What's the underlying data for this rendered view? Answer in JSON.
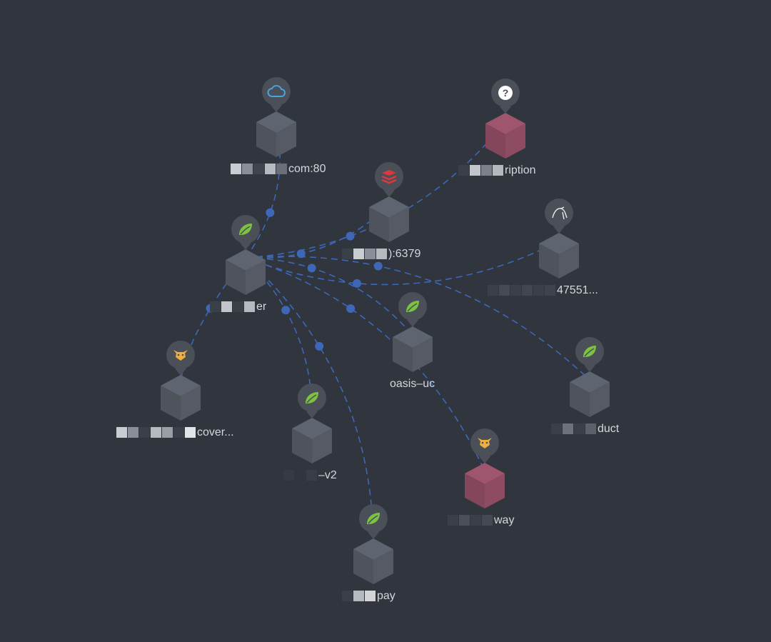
{
  "graph": {
    "nodes": [
      {
        "id": "dns",
        "text": "com:80",
        "icon": "cloud-icon",
        "cube_color": "#555a64"
      },
      {
        "id": "subscription",
        "text": "ription",
        "icon": "question-icon",
        "cube_color": "#8e4c62"
      },
      {
        "id": "redis",
        "text": "):6379",
        "icon": "redis-icon",
        "cube_color": "#555a64"
      },
      {
        "id": "mysql",
        "text": "47551...",
        "icon": "mysql-icon",
        "cube_color": "#555a64"
      },
      {
        "id": "center",
        "text": "er",
        "icon": "spring-icon",
        "cube_color": "#555a64"
      },
      {
        "id": "discovery",
        "text": "cover...",
        "icon": "tomcat-icon",
        "cube_color": "#555a64"
      },
      {
        "id": "oasis_uc",
        "text": "oasis–uc",
        "icon": "spring-icon",
        "cube_color": "#555a64"
      },
      {
        "id": "product",
        "text": "duct",
        "icon": "spring-icon",
        "cube_color": "#555a64"
      },
      {
        "id": "v2",
        "text": "–v2",
        "icon": "spring-icon",
        "cube_color": "#555a64"
      },
      {
        "id": "gateway",
        "text": "way",
        "icon": "tomcat-icon",
        "cube_color": "#8e4c62"
      },
      {
        "id": "pay",
        "text": "pay",
        "icon": "spring-icon",
        "cube_color": "#555a64"
      }
    ],
    "edges": [
      {
        "from": "center",
        "to": "dns"
      },
      {
        "from": "center",
        "to": "subscription"
      },
      {
        "from": "center",
        "to": "redis"
      },
      {
        "from": "center",
        "to": "mysql"
      },
      {
        "from": "center",
        "to": "product"
      },
      {
        "from": "center",
        "to": "oasis_uc"
      },
      {
        "from": "center",
        "to": "gateway"
      },
      {
        "from": "center",
        "to": "v2"
      },
      {
        "from": "center",
        "to": "pay"
      },
      {
        "from": "center",
        "to": "discovery"
      }
    ],
    "colors": {
      "background": "#30353e",
      "edge": "#3d68b8",
      "spring": "#7dc342",
      "tomcat": "#f0b041",
      "redis": "#d9393c",
      "cloud": "#4aa3e0",
      "error_cube": "#8e4c62"
    }
  }
}
